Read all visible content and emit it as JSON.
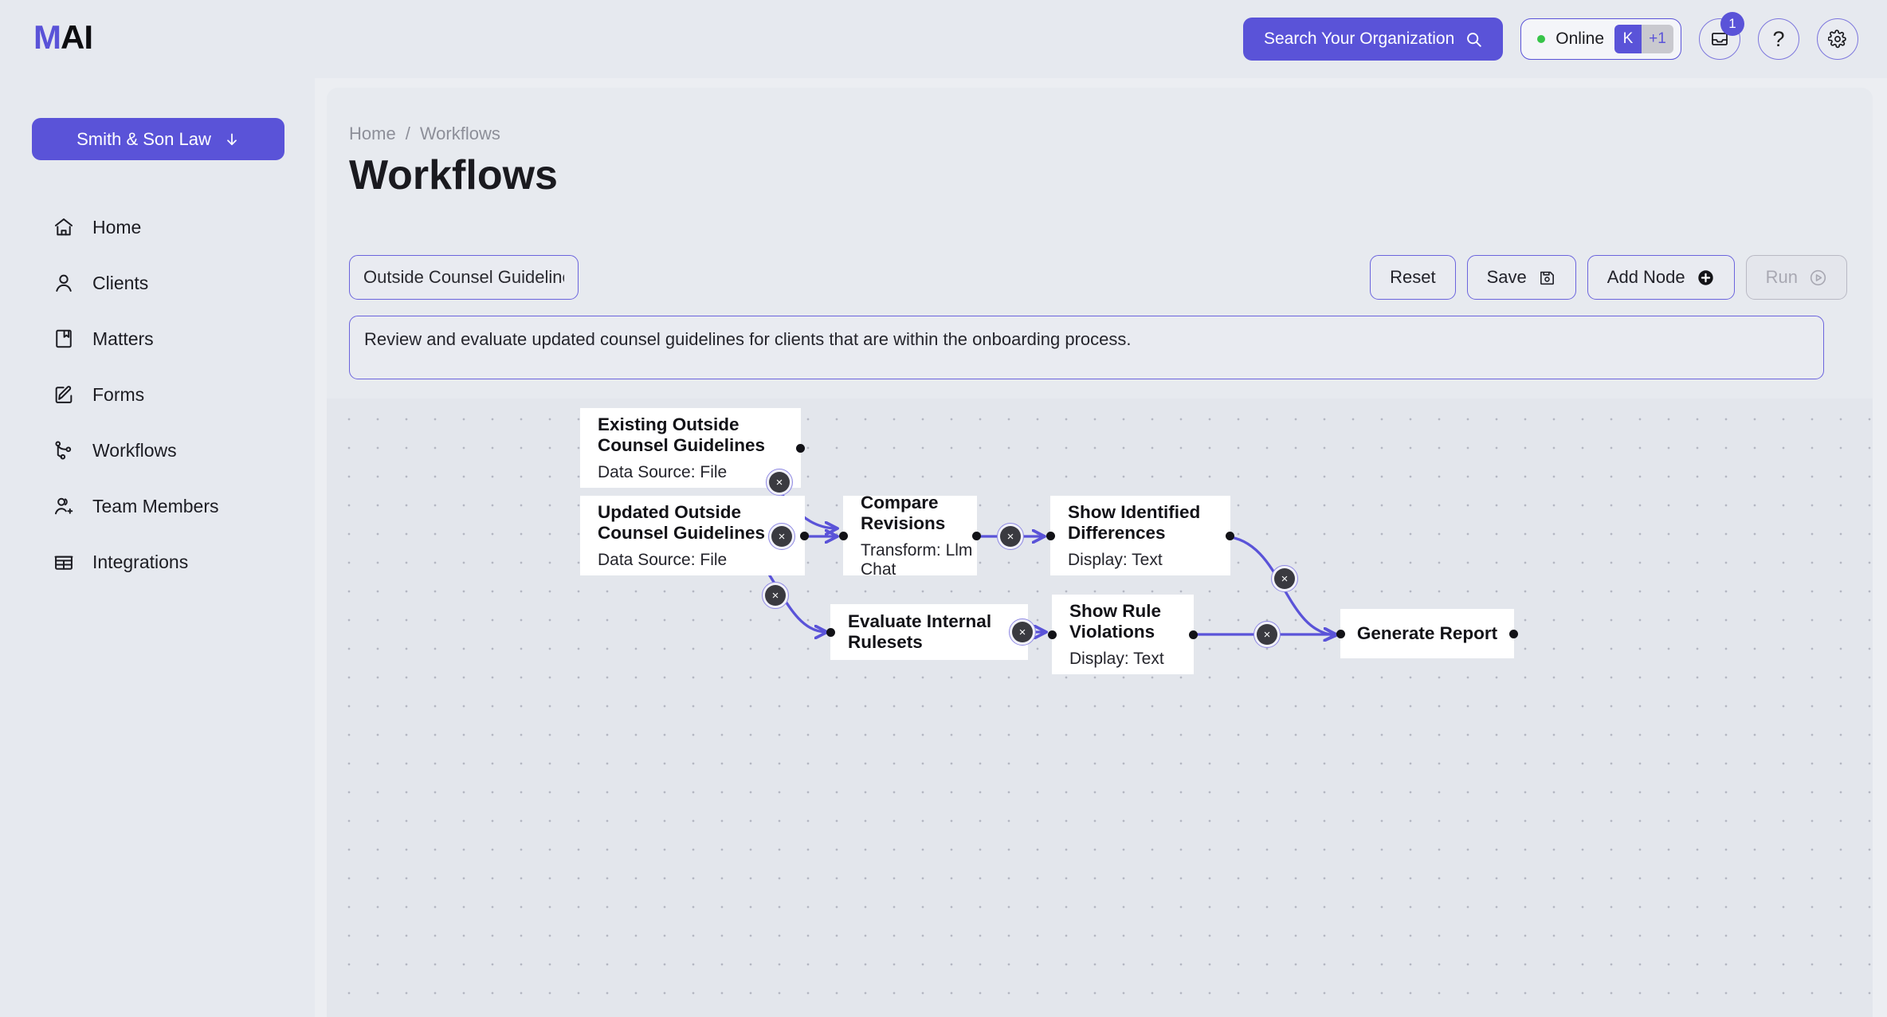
{
  "app": {
    "logo_first": "M",
    "logo_rest": "AI"
  },
  "header": {
    "search_label": "Search Your Organization",
    "status_label": "Online",
    "avatar_initial": "K",
    "avatar_more": "+1",
    "inbox_badge": "1",
    "help_label": "?",
    "accent": "#5a53d8"
  },
  "sidebar": {
    "org_name": "Smith & Son Law",
    "items": [
      {
        "label": "Home",
        "icon": "home-icon"
      },
      {
        "label": "Clients",
        "icon": "user-icon"
      },
      {
        "label": "Matters",
        "icon": "book-icon"
      },
      {
        "label": "Forms",
        "icon": "edit-square-icon"
      },
      {
        "label": "Workflows",
        "icon": "workflow-icon"
      },
      {
        "label": "Team Members",
        "icon": "user-plus-icon"
      },
      {
        "label": "Integrations",
        "icon": "building-icon"
      }
    ]
  },
  "breadcrumb": {
    "home": "Home",
    "sep": "/",
    "current": "Workflows"
  },
  "page": {
    "title": "Workflows"
  },
  "toolbar": {
    "workflow_name": "Outside Counsel Guidelines",
    "workflow_description": "Review and evaluate updated counsel guidelines for clients that are within the onboarding process.",
    "reset_label": "Reset",
    "save_label": "Save",
    "add_node_label": "Add Node",
    "run_label": "Run"
  },
  "canvas": {
    "edge_delete_glyph": "×",
    "nodes": [
      {
        "id": "existing",
        "title": "Existing Outside Counsel Guidelines",
        "subtitle": "Data Source: File"
      },
      {
        "id": "updated",
        "title": "Updated Outside Counsel Guidelines",
        "subtitle": "Data Source: File"
      },
      {
        "id": "compare",
        "title": "Compare Revisions",
        "subtitle": "Transform: Llm Chat"
      },
      {
        "id": "differences",
        "title": "Show Identified Differences",
        "subtitle": "Display: Text"
      },
      {
        "id": "rulesets",
        "title": "Evaluate Internal Rulesets",
        "subtitle": ""
      },
      {
        "id": "violations",
        "title": "Show Rule Violations",
        "subtitle": "Display: Text"
      },
      {
        "id": "report",
        "title": "Generate Report",
        "subtitle": ""
      }
    ],
    "edges": [
      {
        "from": "existing",
        "to": "compare"
      },
      {
        "from": "updated",
        "to": "compare"
      },
      {
        "from": "updated",
        "to": "rulesets"
      },
      {
        "from": "compare",
        "to": "differences"
      },
      {
        "from": "rulesets",
        "to": "violations"
      },
      {
        "from": "differences",
        "to": "report"
      },
      {
        "from": "violations",
        "to": "report"
      }
    ]
  }
}
